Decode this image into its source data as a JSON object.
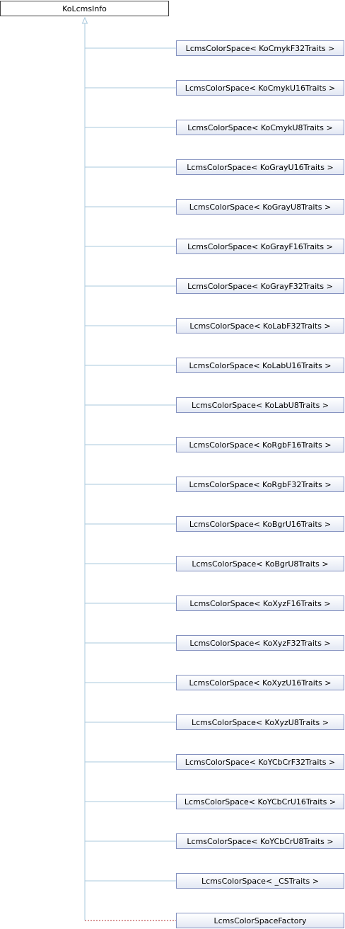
{
  "root": {
    "label": "KoLcmsInfo"
  },
  "children": [
    {
      "label": "LcmsColorSpace< KoCmykF32Traits >",
      "relation": "inherit"
    },
    {
      "label": "LcmsColorSpace< KoCmykU16Traits >",
      "relation": "inherit"
    },
    {
      "label": "LcmsColorSpace< KoCmykU8Traits >",
      "relation": "inherit"
    },
    {
      "label": "LcmsColorSpace< KoGrayU16Traits >",
      "relation": "inherit"
    },
    {
      "label": "LcmsColorSpace< KoGrayU8Traits >",
      "relation": "inherit"
    },
    {
      "label": "LcmsColorSpace< KoGrayF16Traits >",
      "relation": "inherit"
    },
    {
      "label": "LcmsColorSpace< KoGrayF32Traits >",
      "relation": "inherit"
    },
    {
      "label": "LcmsColorSpace< KoLabF32Traits >",
      "relation": "inherit"
    },
    {
      "label": "LcmsColorSpace< KoLabU16Traits >",
      "relation": "inherit"
    },
    {
      "label": "LcmsColorSpace< KoLabU8Traits >",
      "relation": "inherit"
    },
    {
      "label": "LcmsColorSpace< KoRgbF16Traits >",
      "relation": "inherit"
    },
    {
      "label": "LcmsColorSpace< KoRgbF32Traits >",
      "relation": "inherit"
    },
    {
      "label": "LcmsColorSpace< KoBgrU16Traits >",
      "relation": "inherit"
    },
    {
      "label": "LcmsColorSpace< KoBgrU8Traits >",
      "relation": "inherit"
    },
    {
      "label": "LcmsColorSpace< KoXyzF16Traits >",
      "relation": "inherit"
    },
    {
      "label": "LcmsColorSpace< KoXyzF32Traits >",
      "relation": "inherit"
    },
    {
      "label": "LcmsColorSpace< KoXyzU16Traits >",
      "relation": "inherit"
    },
    {
      "label": "LcmsColorSpace< KoXyzU8Traits >",
      "relation": "inherit"
    },
    {
      "label": "LcmsColorSpace< KoYCbCrF32Traits >",
      "relation": "inherit"
    },
    {
      "label": "LcmsColorSpace< KoYCbCrU16Traits >",
      "relation": "inherit"
    },
    {
      "label": "LcmsColorSpace< KoYCbCrU8Traits >",
      "relation": "inherit"
    },
    {
      "label": "LcmsColorSpace< _CSTraits >",
      "relation": "inherit"
    },
    {
      "label": "LcmsColorSpaceFactory",
      "relation": "dashed"
    }
  ],
  "colors": {
    "inherit_edge": "#a8c8dc",
    "dashed_edge": "#b03030",
    "child_border": "#8592c0",
    "root_border": "#404040"
  },
  "icons": {
    "edge_arrow": "hollow-triangle-arrow-icon"
  }
}
